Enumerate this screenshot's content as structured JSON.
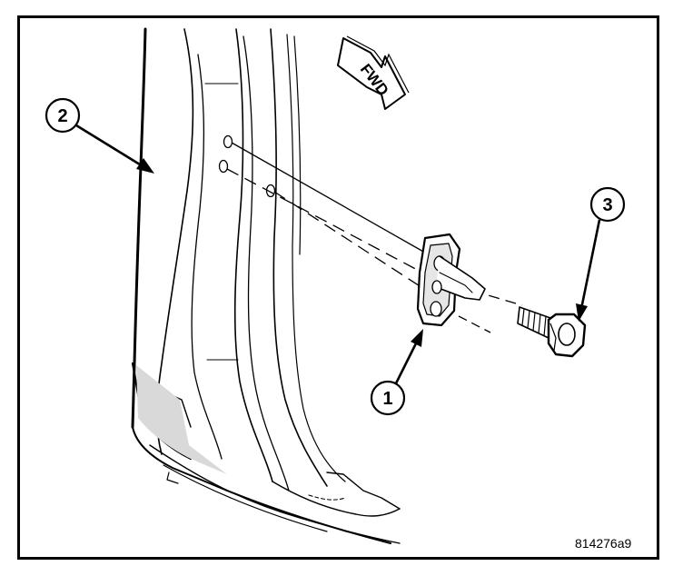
{
  "callouts": [
    {
      "number": "1",
      "part": "door check strap"
    },
    {
      "number": "2",
      "part": "door pillar"
    },
    {
      "number": "3",
      "part": "bolt"
    }
  ],
  "direction_arrow": {
    "label": "FWD"
  },
  "figure_id": "814276a9",
  "colors": {
    "line": "#000000",
    "shade": "#d9d9d9",
    "background": "#ffffff"
  }
}
